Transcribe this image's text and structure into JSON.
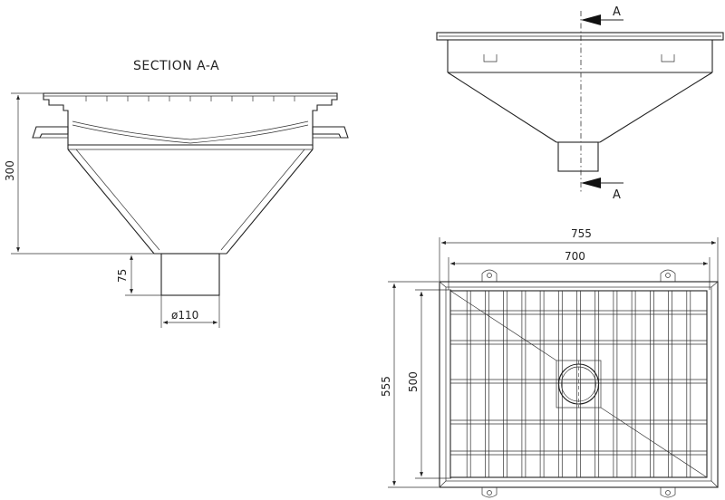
{
  "section_view": {
    "title": "SECTION A-A",
    "dim_height_total": "300",
    "dim_outlet_length": "75",
    "dim_outlet_diameter": "ø110"
  },
  "side_view": {
    "cut_label_top": "A",
    "cut_label_bottom": "A"
  },
  "plan_view": {
    "dim_width_outer": "755",
    "dim_width_inner": "700",
    "dim_depth_outer": "555",
    "dim_depth_inner": "500"
  }
}
